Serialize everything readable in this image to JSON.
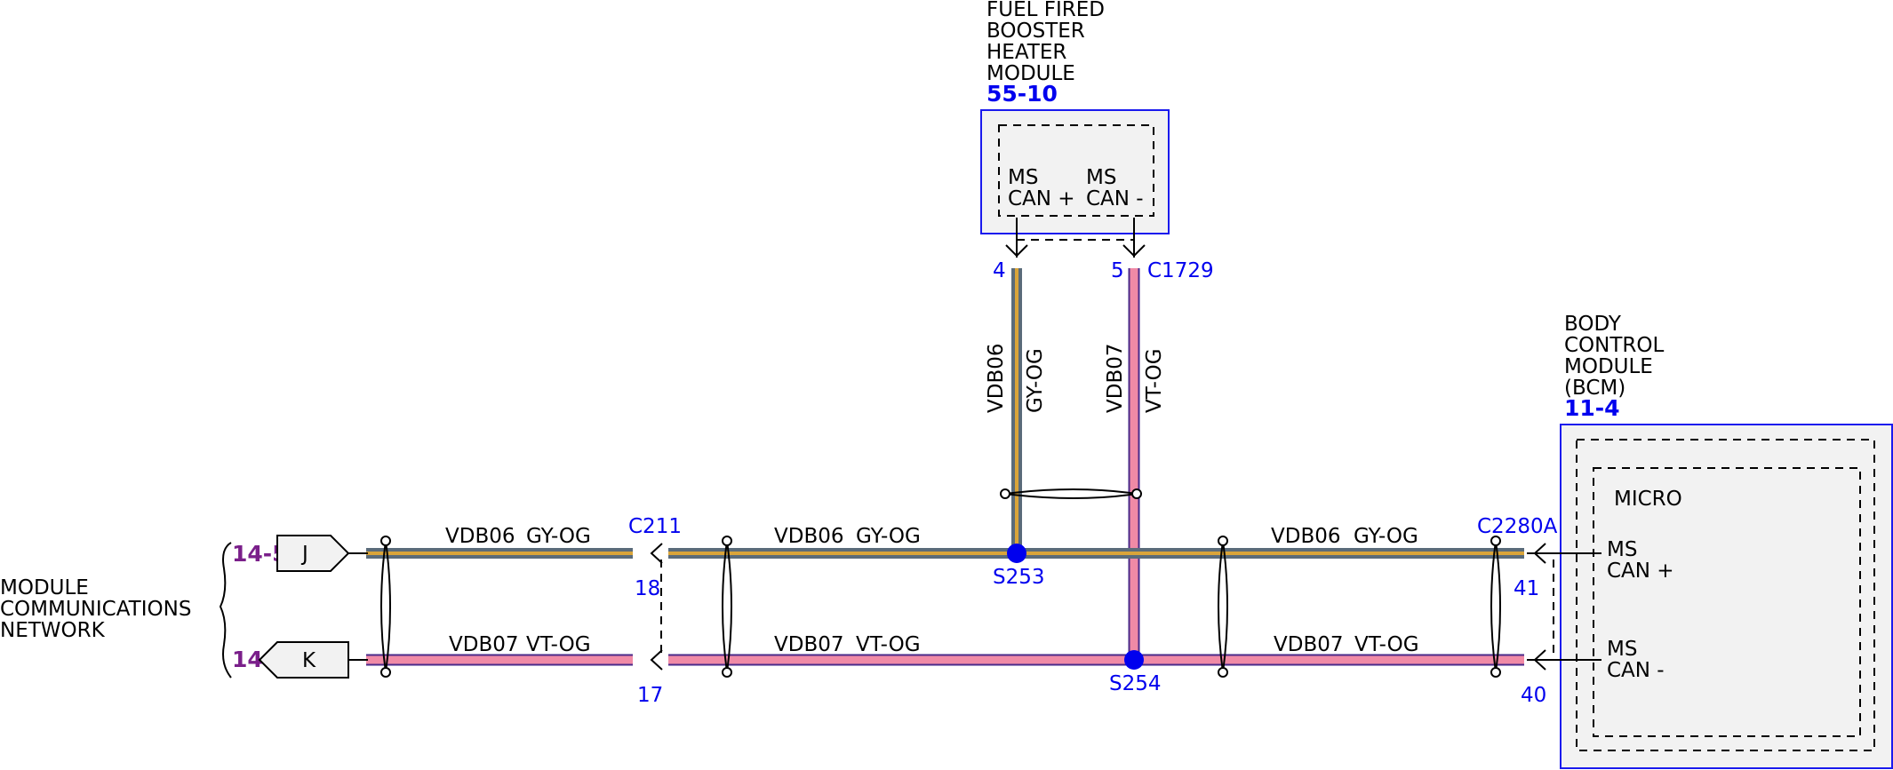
{
  "fuel_fired_heater": {
    "title_lines": [
      "FUEL FIRED",
      "BOOSTER",
      "HEATER",
      "MODULE"
    ],
    "ref": "55-10",
    "pin_plus": [
      "MS",
      "CAN +"
    ],
    "pin_minus": [
      "MS",
      "CAN -"
    ],
    "pin_num_plus": "4",
    "pin_num_minus": "5",
    "connector": "C1729"
  },
  "bcm": {
    "title_lines": [
      "BODY",
      "CONTROL",
      "MODULE",
      "(BCM)"
    ],
    "ref": "11-4",
    "micro_label": "MICRO",
    "pin_plus": [
      "MS",
      "CAN +"
    ],
    "pin_minus": [
      "MS",
      "CAN -"
    ],
    "connector": "C2280A",
    "pin_num_plus": "41",
    "pin_num_minus": "40"
  },
  "network": {
    "title_lines": [
      "MODULE",
      "COMMUNICATIONS",
      "NETWORK"
    ],
    "ref_j": "14-5",
    "ref_k": "14-5",
    "tag_j": "J",
    "tag_k": "K"
  },
  "connector_c211": {
    "name": "C211",
    "pin_top": "18",
    "pin_bottom": "17"
  },
  "splices": {
    "s253": "S253",
    "s254": "S254"
  },
  "wires": {
    "gy_circuit": "VDB06",
    "gy_color": "GY-OG",
    "vt_circuit": "VDB07",
    "vt_color": "VT-OG"
  },
  "colors": {
    "wire_gy_og": "#5a6b7a",
    "wire_gy_og_stripe": "#d9a43a",
    "wire_vt_og": "#f08aa6",
    "module_outline": "#1a1aee",
    "ref_text": "#0000ee",
    "page_ref": "#7a1f8a"
  }
}
